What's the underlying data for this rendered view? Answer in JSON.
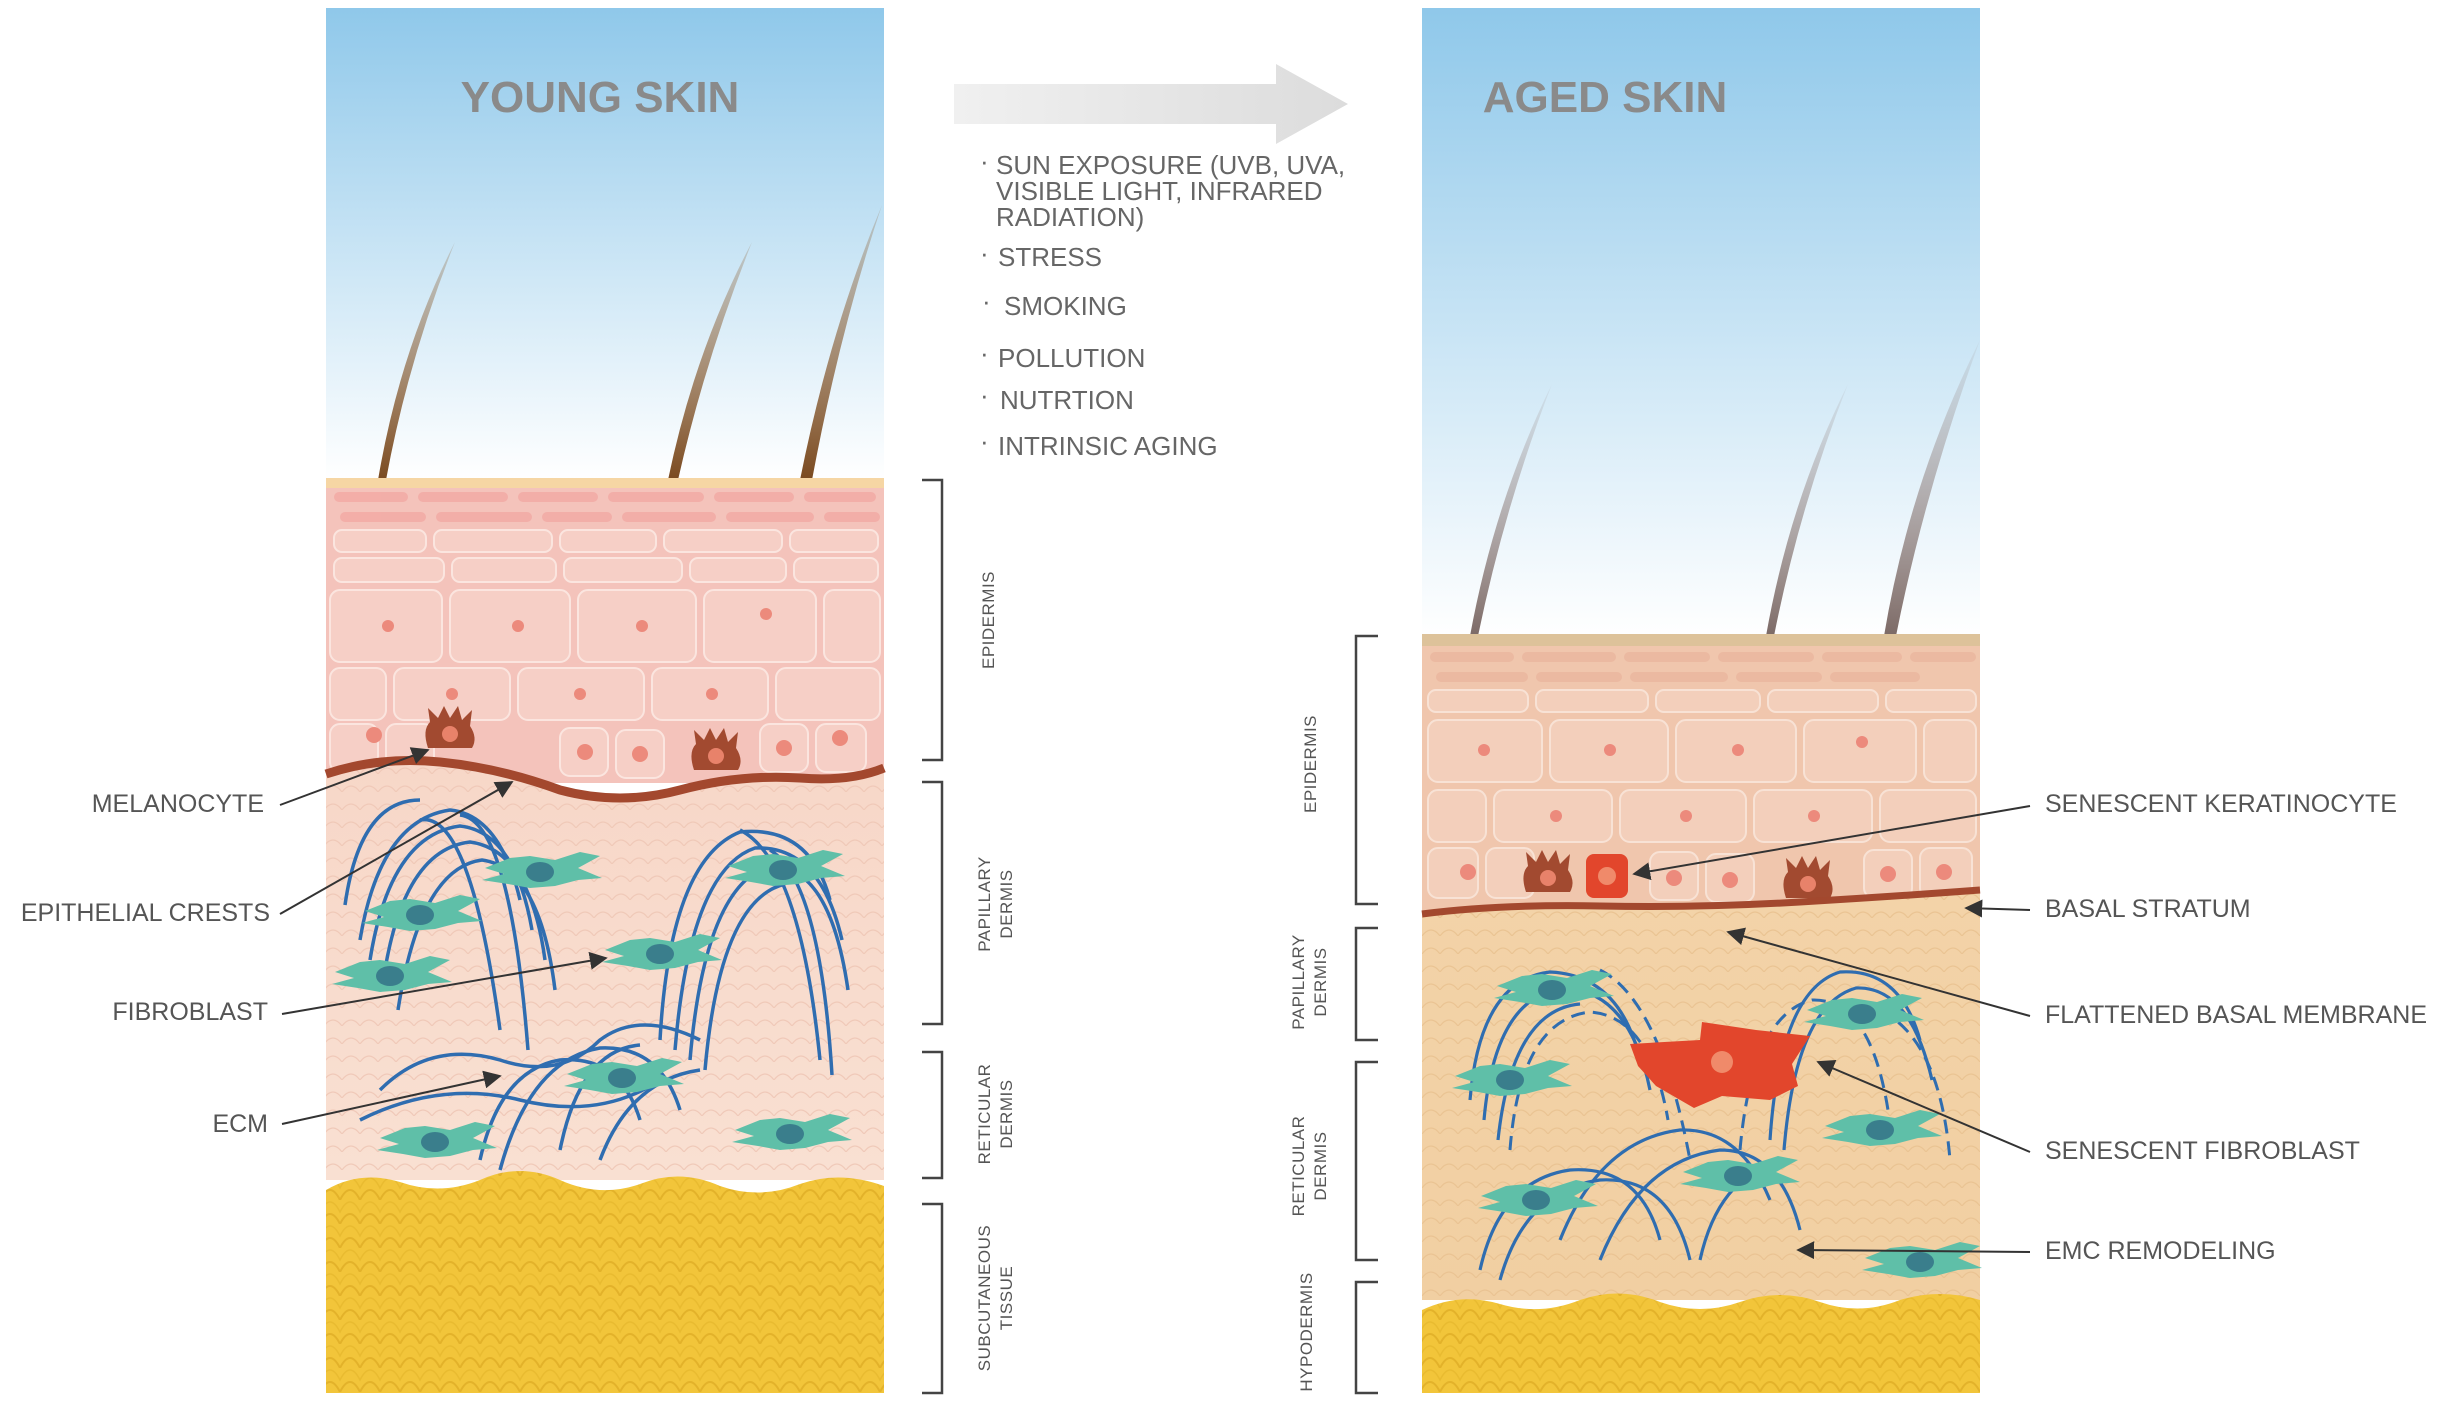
{
  "titles": {
    "young": "YOUNG SKIN",
    "aged": "AGED SKIN"
  },
  "factors": [
    "SUN EXPOSURE (UVB, UVA,",
    "VISIBLE LIGHT, INFRARED",
    "RADIATION)",
    "STRESS",
    "SMOKING",
    "POLLUTION",
    "NUTRTION",
    "INTRINSIC AGING"
  ],
  "young_labels": {
    "melanocyte": "MELANOCYTE",
    "epithelial_crests": "EPITHELIAL CRESTS",
    "fibroblast": "FIBROBLAST",
    "ecm": "ECM"
  },
  "young_layers": {
    "epidermis": "EPIDERMIS",
    "papillary_1": "PAPILLARY",
    "papillary_2": "DERMIS",
    "reticular_1": "RETICULAR",
    "reticular_2": "DERMIS",
    "subcut_1": "SUBCUTANEOUS",
    "subcut_2": "TISSUE"
  },
  "aged_labels": {
    "senescent_keratinocyte": "SENESCENT KERATINOCYTE",
    "basal_stratum": "BASAL STRATUM",
    "flattened_basal_membrane": "FLATTENED BASAL MEMBRANE",
    "senescent_fibroblast": "SENESCENT FIBROBLAST",
    "emc_remodeling": "EMC REMODELING"
  },
  "aged_layers": {
    "epidermis": "EPIDERMIS",
    "papillary_1": "PAPILLARY",
    "papillary_2": "DERMIS",
    "reticular_1": "RETICULAR",
    "reticular_2": "DERMIS",
    "hypodermis": "HYPODERMIS"
  },
  "colors": {
    "sky_top": "#8fc8ea",
    "sky_bottom": "#ffffff",
    "epidermis": "#f4c3bb",
    "dermis": "#f8dccd",
    "fat": "#f2c53a",
    "fiber": "#2f6db0",
    "fibroblast": "#5fbfa8",
    "melanocyte": "#a24a30",
    "membrane": "#a3482e",
    "senescent": "#e2462c"
  }
}
